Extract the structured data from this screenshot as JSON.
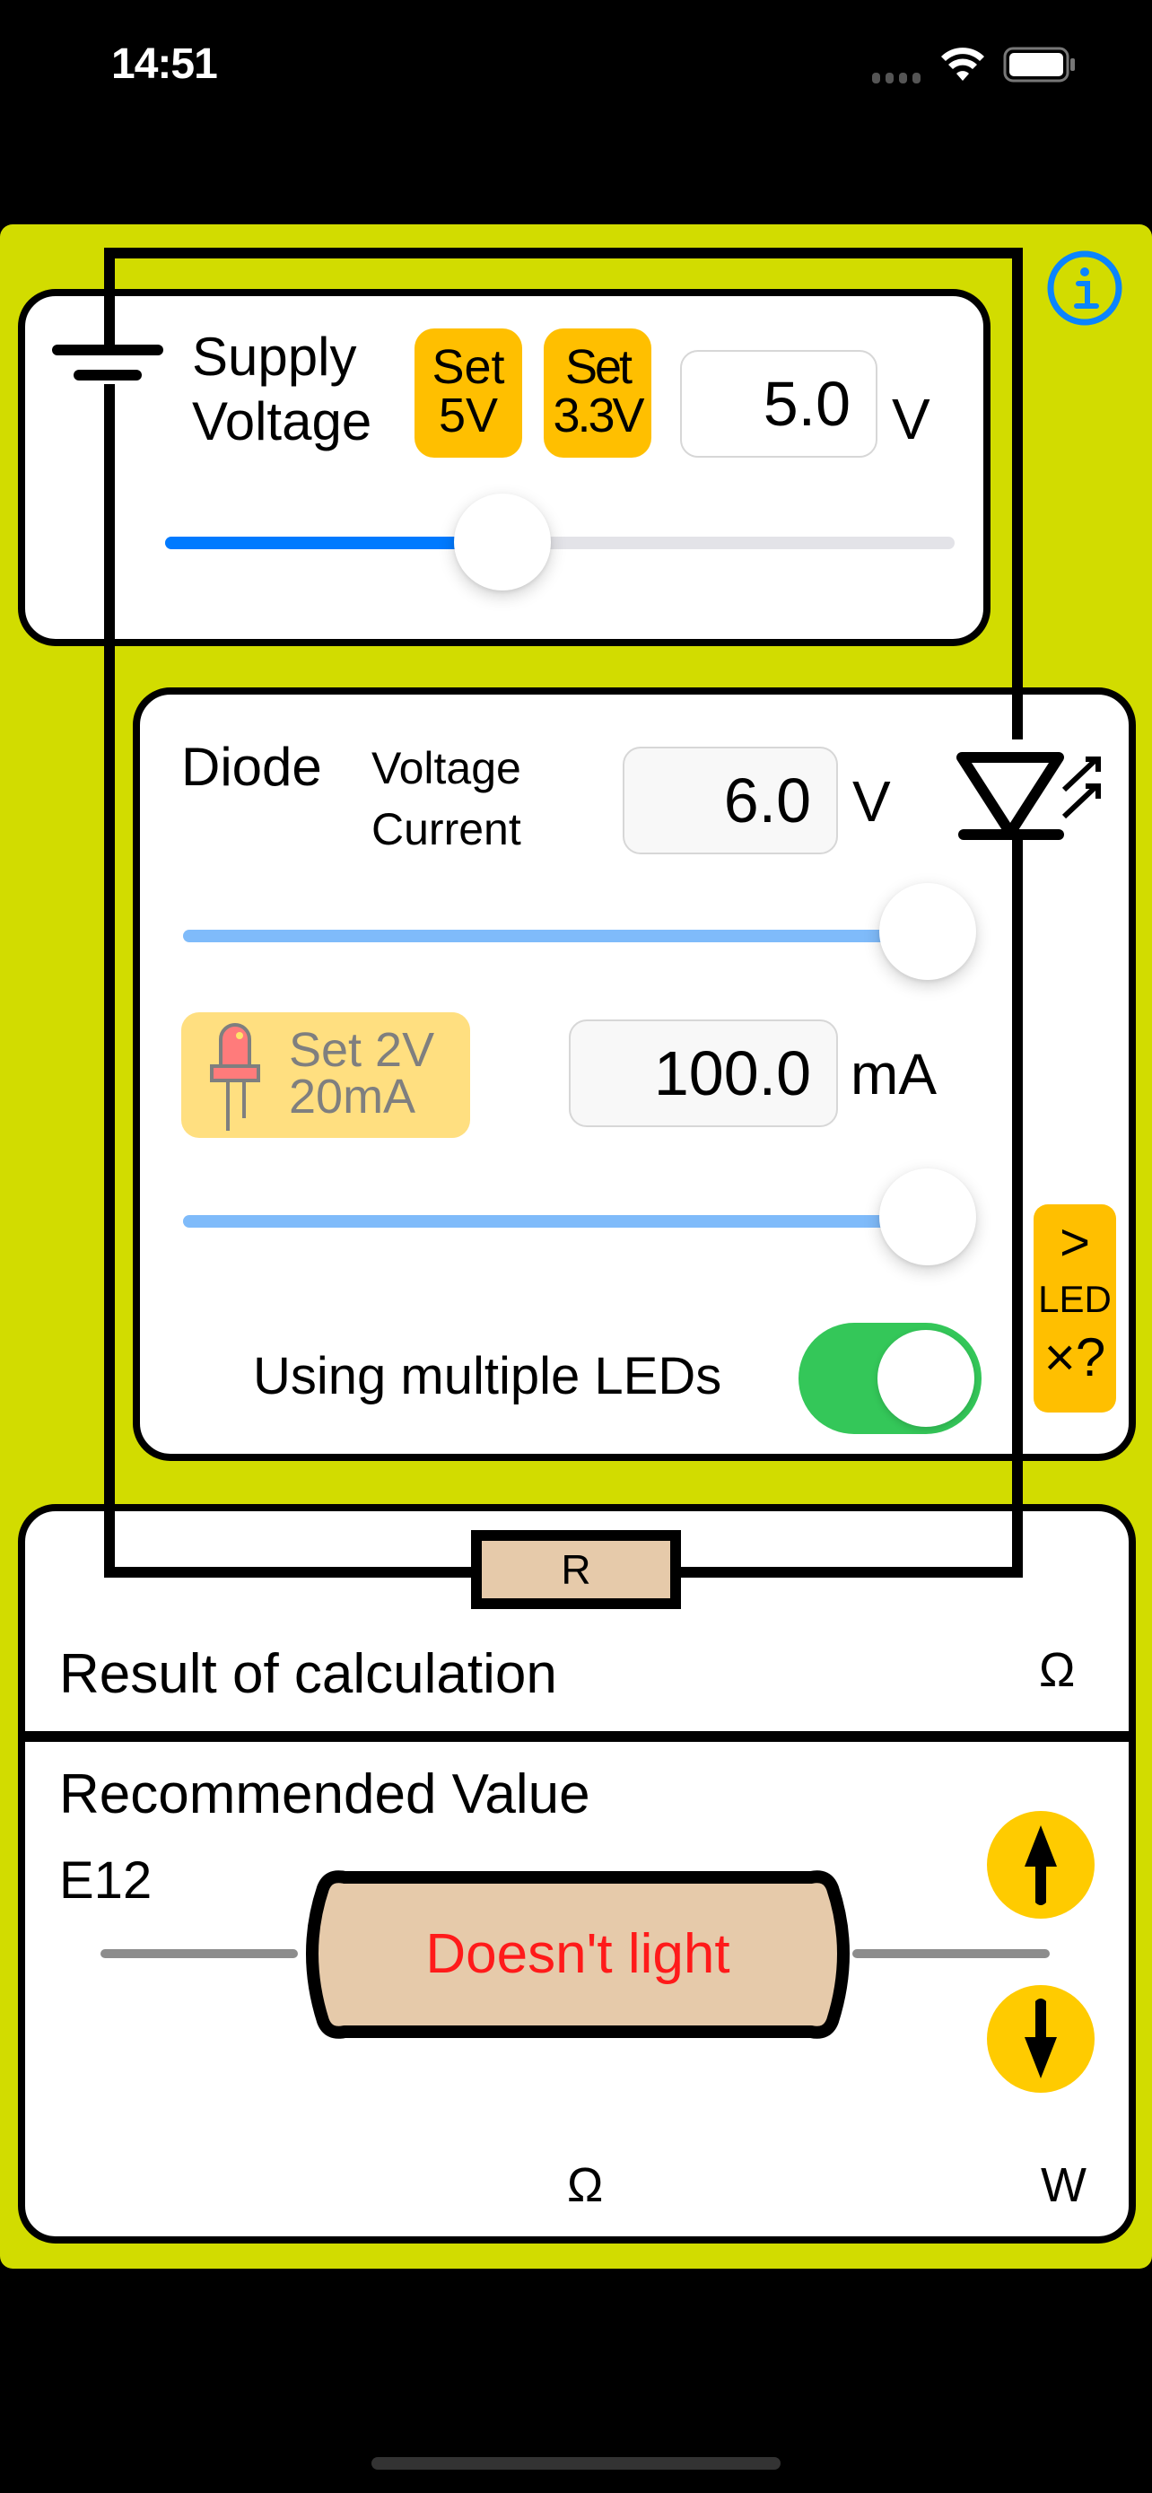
{
  "status_bar": {
    "time": "14:51",
    "signal": "signal-dots",
    "wifi": "wifi-icon",
    "battery": "battery-icon"
  },
  "colors": {
    "panel_bg": "#D2DC00",
    "accent_button": "#FFBF00",
    "led_button_bg": "#FFDF80",
    "slider_active": "#007AFF",
    "slider_light": "#7FBBFA",
    "toggle_on": "#34C759",
    "arrow_button": "#FFCB00",
    "warning_text": "#FF1A1A",
    "resistor_body": "#E6CAAA",
    "info_icon": "#0A84FF"
  },
  "info_button": {
    "icon": "info-icon"
  },
  "supply": {
    "title_line1": "Supply",
    "title_line2": "Voltage",
    "set5v": {
      "line1": "Set",
      "line2": "5V"
    },
    "set33v": {
      "line1": "Set",
      "line2": "3.3V"
    },
    "value": "5.0",
    "unit": "V",
    "slider_percent": 42
  },
  "diode": {
    "title": "Diode",
    "label_voltage": "Voltage",
    "label_current": "Current",
    "voltage_value": "6.0",
    "voltage_unit": "V",
    "voltage_slider_percent": 100,
    "led_preset": {
      "line1": "Set 2V",
      "line2": "20mA"
    },
    "current_value": "100.0",
    "current_unit": "mA",
    "current_slider_percent": 100,
    "multi_led_label": "Using multiple LEDs",
    "multi_led_enabled": true,
    "led_count_button": {
      "line1": ">",
      "line2": "LED",
      "line3": "×?"
    }
  },
  "resistor": {
    "symbol_label": "R",
    "result_label": "Result of calculation",
    "result_unit": "Ω",
    "recommended_label": "Recommended Value",
    "series": "E12",
    "recommended_text": "Doesn't light",
    "ohm_unit": "Ω",
    "watt_unit": "W",
    "up_button": "arrow-up-icon",
    "down_button": "arrow-down-icon"
  }
}
